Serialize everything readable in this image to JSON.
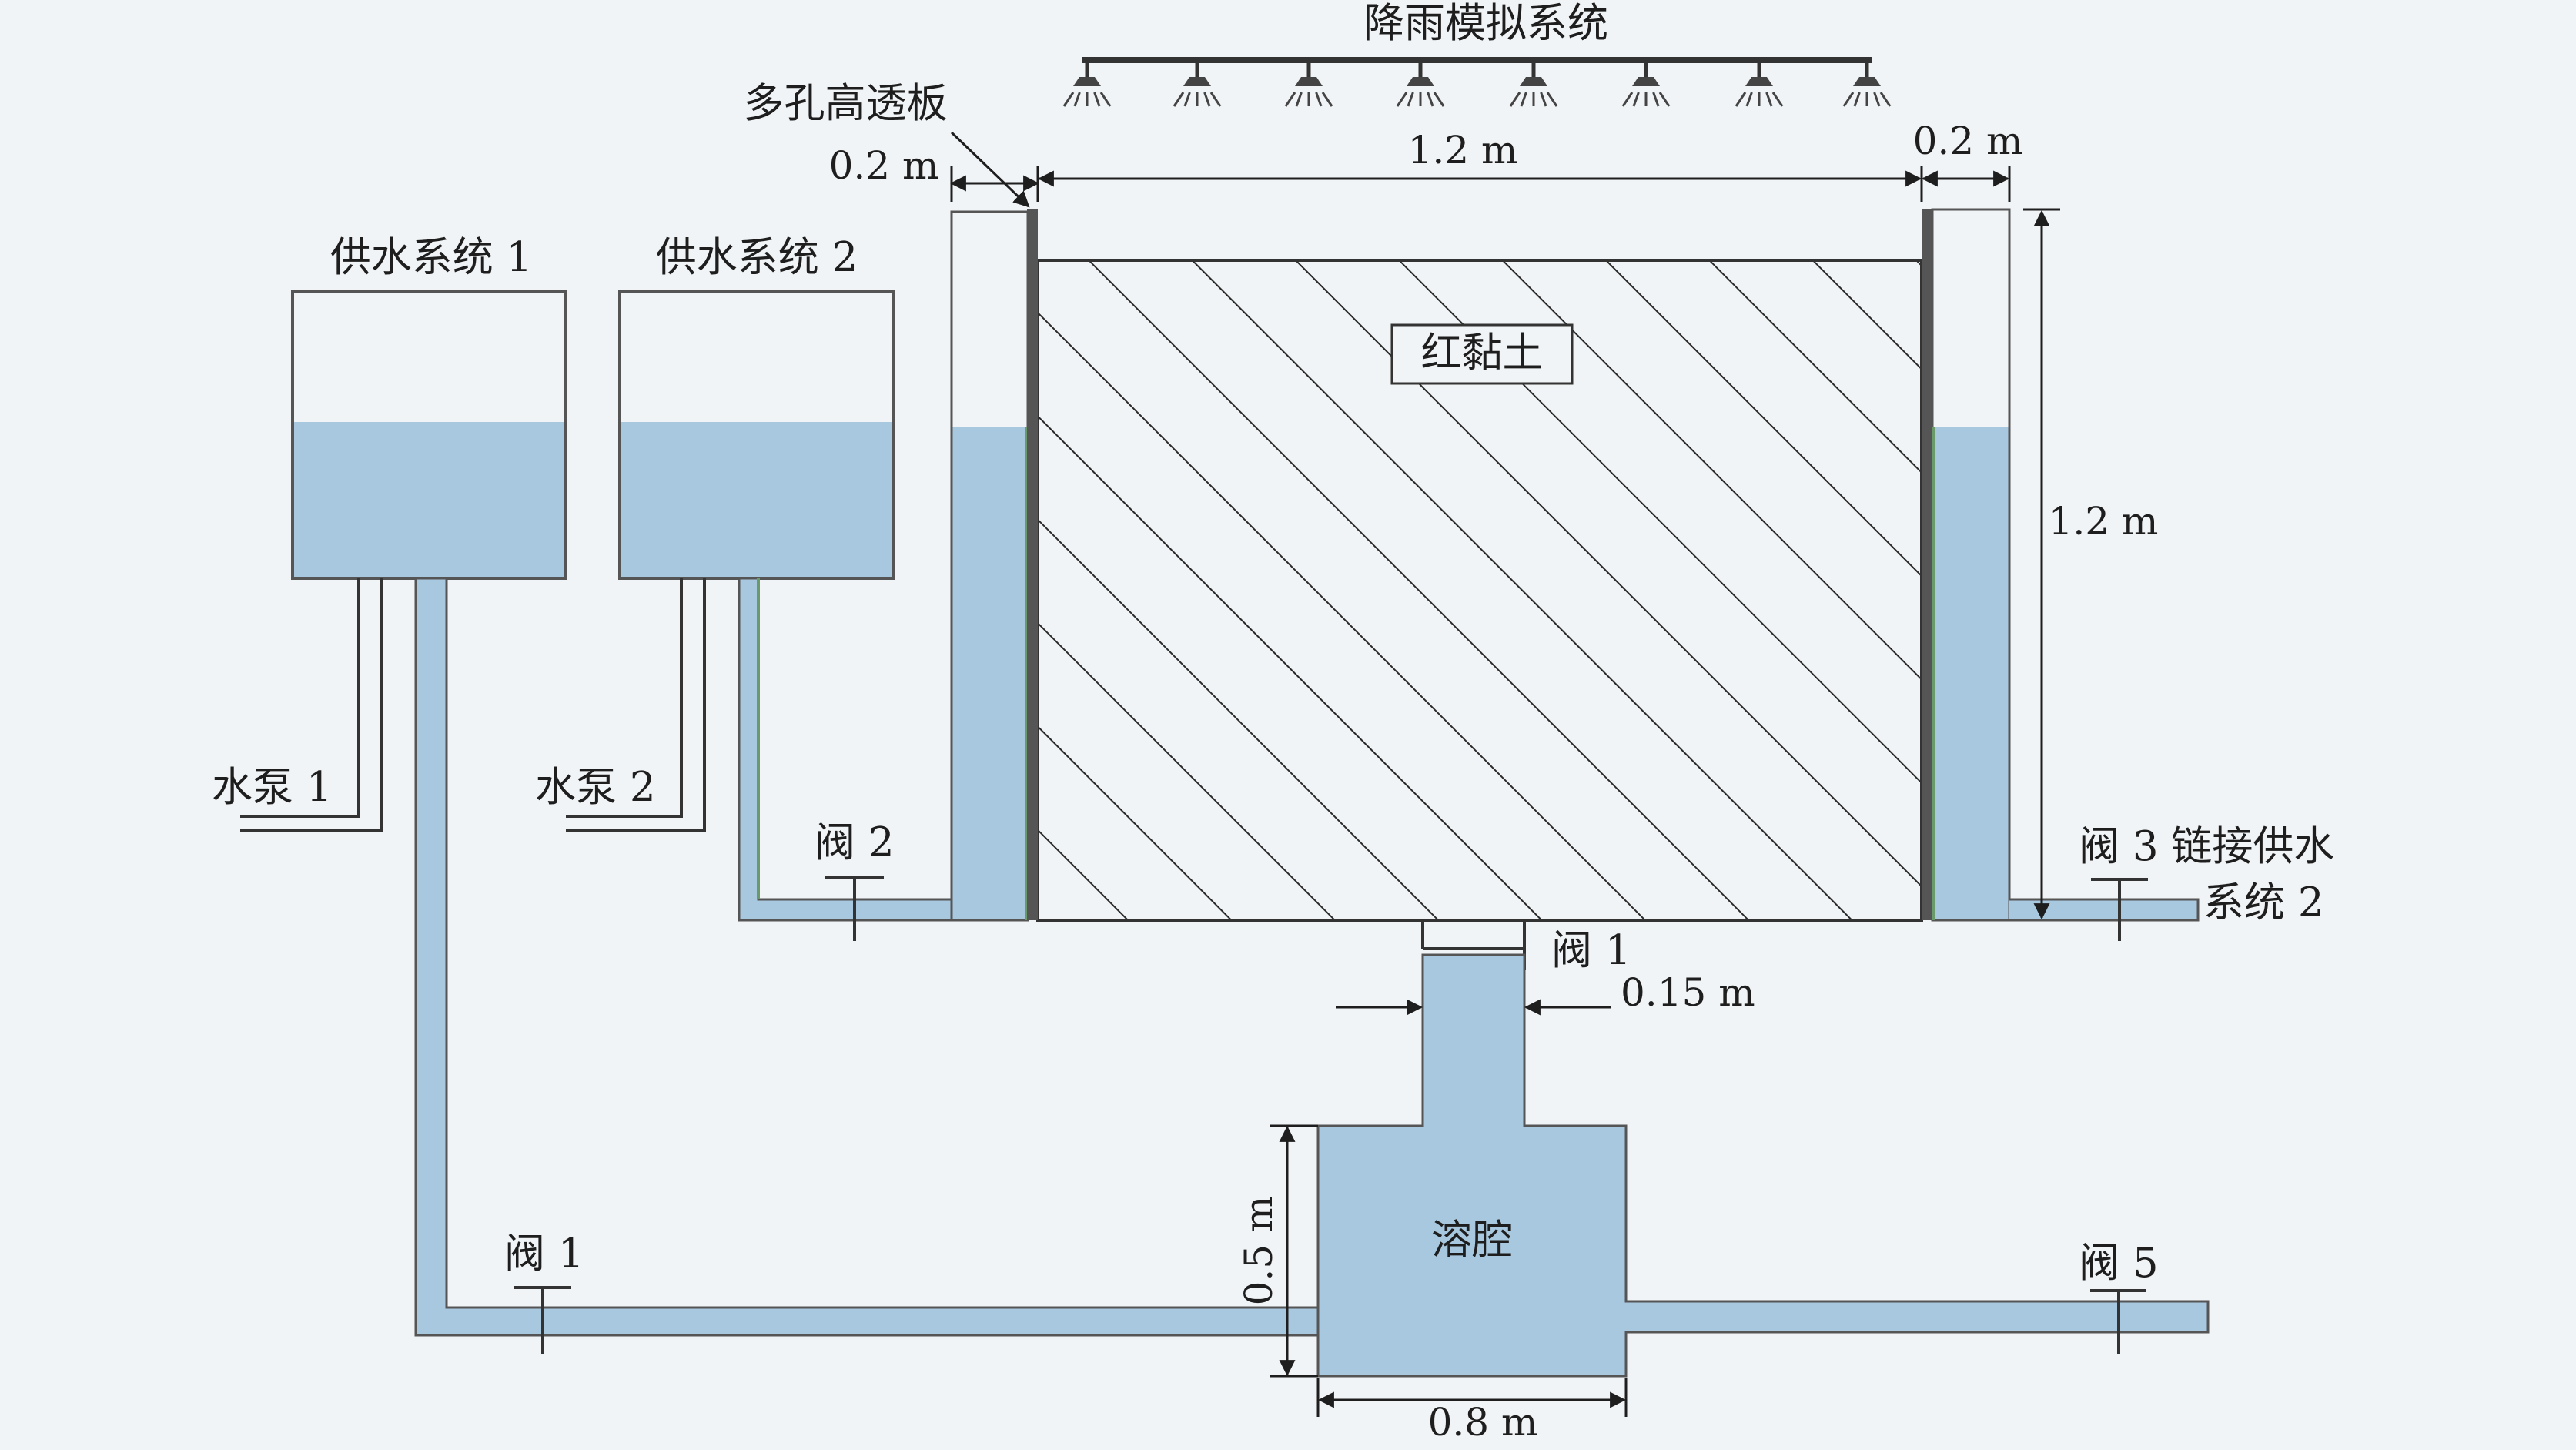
{
  "colors": {
    "background": "#f1f4f6",
    "water": "#a8c8df",
    "outline": "#555555",
    "pipe_edge": "#6a9a6a",
    "hatch": "#2a2a2a"
  },
  "labels": {
    "rain_system": "降雨模拟系统",
    "porous_plate": "多孔高透板",
    "supply_1": "供水系统 1",
    "supply_2": "供水系统 2",
    "pump_1": "水泵 1",
    "pump_2": "水泵 2",
    "valve_2": "阀 2",
    "valve_1_top": "阀 1",
    "valve_1_bottom": "阀 1",
    "valve_3": "阀 3 链接供水",
    "valve_3_cont": "系统 2",
    "valve_5": "阀 5",
    "soil": "红黏土",
    "cavity": "溶腔"
  },
  "dimensions": {
    "wall_left_width": "0.2 m",
    "tank_width": "1.2 m",
    "wall_right_width": "0.2 m",
    "tank_height": "1.2 m",
    "pipe_width": "0.15 m",
    "cavity_height": "0.5 m",
    "cavity_width": "0.8 m"
  },
  "icons": {
    "sprinkler": "sprinkler-icon",
    "valve": "valve-icon",
    "arrow": "dimension-arrow-icon"
  }
}
